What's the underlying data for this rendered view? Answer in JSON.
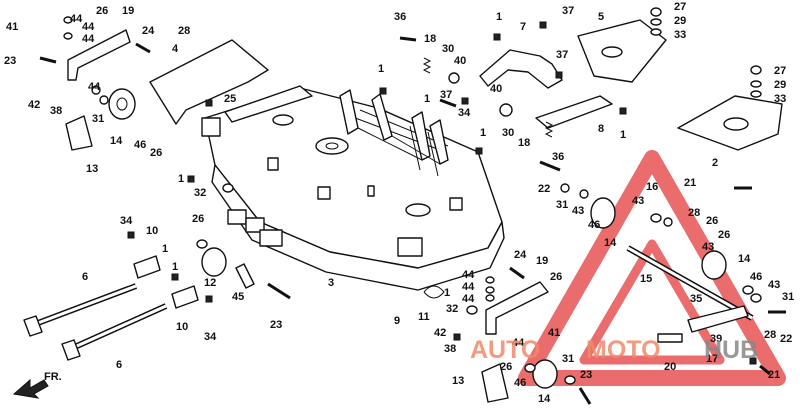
{
  "diagram": {
    "direction_label": "FR.",
    "callouts": {
      "c1": "44",
      "c2": "26",
      "c3": "19",
      "c4": "41",
      "c5": "44",
      "c6": "44",
      "c7": "24",
      "c8": "23",
      "c9": "42",
      "c10": "38",
      "c11": "44",
      "c12": "31",
      "c13": "14",
      "c14": "46",
      "c15": "26",
      "c16": "13",
      "c17": "28",
      "c18": "4",
      "c19": "25",
      "c20": "1",
      "c21": "32",
      "c22": "26",
      "c23": "12",
      "c24": "34",
      "c25": "10",
      "c26": "1",
      "c27": "6",
      "c28": "6",
      "c29": "1",
      "c30": "10",
      "c31": "34",
      "c32": "45",
      "c33": "23",
      "c34": "3",
      "c35": "36",
      "c36": "18",
      "c37": "1",
      "c38": "30",
      "c39": "40",
      "c40": "1",
      "c41": "37",
      "c42": "34",
      "c43": "40",
      "c44": "1",
      "c45": "30",
      "c46": "18",
      "c47": "1",
      "c48": "7",
      "c49": "37",
      "c50": "37",
      "c51": "5",
      "c52": "27",
      "c53": "29",
      "c54": "33",
      "c55": "27",
      "c56": "29",
      "c57": "33",
      "c58": "8",
      "c59": "36",
      "c60": "1",
      "c61": "2",
      "c62": "22",
      "c63": "31",
      "c64": "43",
      "c65": "16",
      "c66": "21",
      "c67": "43",
      "c68": "28",
      "c69": "26",
      "c70": "46",
      "c71": "26",
      "c72": "43",
      "c73": "14",
      "c74": "14",
      "c75": "15",
      "c76": "46",
      "c77": "43",
      "c78": "31",
      "c79": "24",
      "c80": "19",
      "c81": "26",
      "c82": "44",
      "c83": "44",
      "c84": "44",
      "c85": "9",
      "c86": "11",
      "c87": "1",
      "c88": "32",
      "c89": "41",
      "c90": "42",
      "c91": "38",
      "c92": "44",
      "c93": "26",
      "c94": "31",
      "c95": "46",
      "c96": "13",
      "c97": "14",
      "c98": "23",
      "c99": "35",
      "c100": "28",
      "c101": "39",
      "c102": "22",
      "c103": "20",
      "c104": "17",
      "c105": "21"
    }
  },
  "watermark": {
    "text_accent": "AUTO",
    "text_moto": "MOTO",
    "text_hub": "HUB",
    "accent_color": "#f08a6a",
    "hub_color": "#888888",
    "triangle_color": "#e33b3b"
  }
}
